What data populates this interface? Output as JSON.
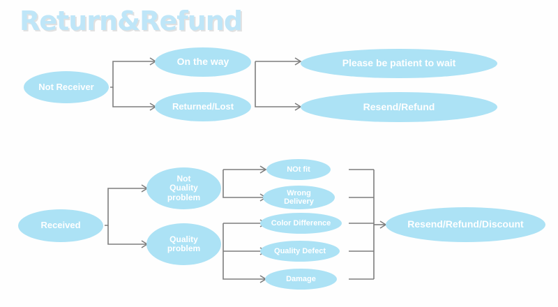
{
  "page": {
    "title": "Return&Refund",
    "background_color": "#fefefe",
    "node_fill_color": "#ace2f5",
    "node_text_color": "#ffffff",
    "connector_color": "#7d7d7d",
    "title_color": "#bfe6f8"
  },
  "chart_data": {
    "type": "diagram",
    "title": "Return&Refund",
    "diagram_kind": "flowchart",
    "flows": [
      {
        "id": "not-received-flow",
        "root": "Not Receiver",
        "branches": [
          {
            "label": "On the way",
            "outcome": "Please be patient to wait"
          },
          {
            "label": "Returned/Lost",
            "outcome": "Resend/Refund"
          }
        ]
      },
      {
        "id": "received-flow",
        "root": "Received",
        "branches": [
          {
            "label": "Not Quality problem",
            "reasons": [
              "NOt fit",
              "Wrong Delivery"
            ],
            "outcome": "Resend/Refund/Discount"
          },
          {
            "label": "Quality problem",
            "reasons": [
              "Color Difference",
              "Quality Defect",
              "Damage"
            ],
            "outcome": "Resend/Refund/Discount"
          }
        ]
      }
    ]
  },
  "nodes": {
    "not_receiver": "Not Receiver",
    "on_the_way": "On the way",
    "returned_lost": "Returned/Lost",
    "please_wait": "Please be patient to wait",
    "resend_refund": "Resend/Refund",
    "received": "Received",
    "not_quality_problem": "Not\nQuality\nproblem",
    "quality_problem": "Quality\nproblem",
    "not_fit": "NOt fit",
    "wrong_delivery": "Wrong\nDelivery",
    "color_difference": "Color Difference",
    "quality_defect": "Quality Defect",
    "damage": "Damage",
    "resend_refund_discount": "Resend/Refund/Discount"
  }
}
